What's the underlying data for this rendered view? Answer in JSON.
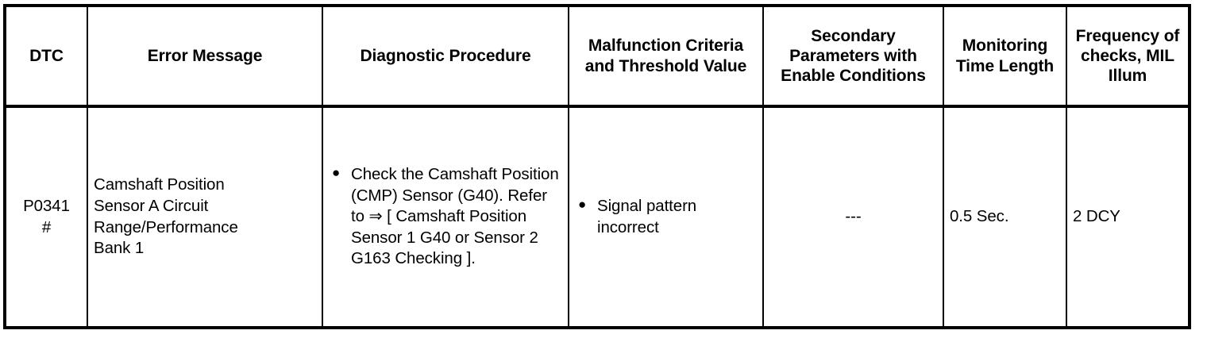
{
  "table": {
    "columns": [
      {
        "key": "dtc",
        "header": "DTC"
      },
      {
        "key": "errmsg",
        "header": "Error Message"
      },
      {
        "key": "diag",
        "header": "Diagnostic Procedure"
      },
      {
        "key": "malf",
        "header": "Malfunction\nCriteria and\nThreshold Value"
      },
      {
        "key": "secpar",
        "header": "Secondary\nParameters with\nEnable\nConditions"
      },
      {
        "key": "montime",
        "header": "Monitoring\nTime\nLength"
      },
      {
        "key": "freq",
        "header": "Frequency\nof checks,\nMIL Illum"
      }
    ],
    "rows": [
      {
        "dtc": "P0341\n#",
        "errmsg": "Camshaft Position\nSensor A Circuit\nRange/Performance\nBank 1",
        "diag_bullets": [
          "Check the Camshaft Position (CMP) Sensor (G40). Refer to ⇒ [ Camshaft Position Sensor 1 G40 or Sensor 2 G163 Checking ]."
        ],
        "malf_bullets": [
          "Signal pattern incorrect"
        ],
        "secpar": "---",
        "montime": "0.5 Sec.",
        "freq": "2 DCY"
      }
    ],
    "bullet_glyph": "●"
  },
  "colors": {
    "border": "#000000",
    "text": "#000000",
    "background": "#ffffff"
  }
}
